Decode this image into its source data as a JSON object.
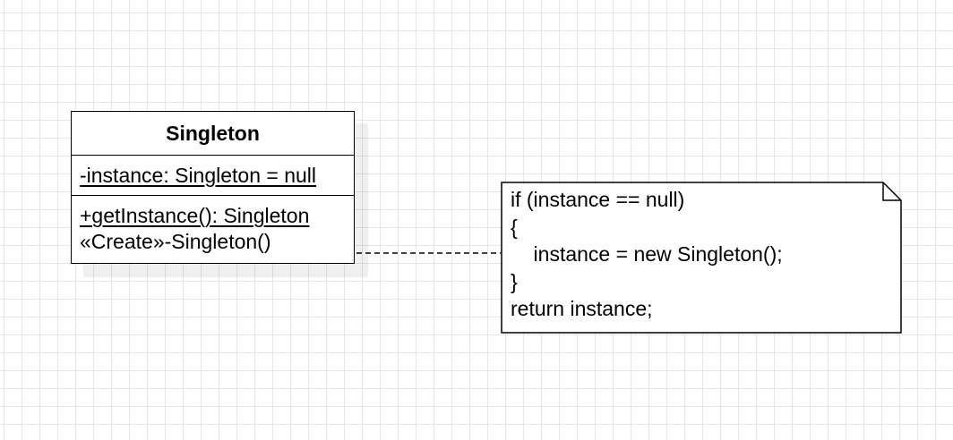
{
  "class_box": {
    "name": "Singleton",
    "attributes": [
      "-instance: Singleton = null"
    ],
    "operations": [
      "+getInstance(): Singleton",
      "«Create»-Singleton()"
    ]
  },
  "note": {
    "lines": [
      "if (instance == null)",
      "{",
      "    instance = new Singleton();",
      "}",
      "return instance;"
    ]
  },
  "colors": {
    "stroke": "#000000",
    "grid": "#e6e6e6",
    "background": "#ffffff"
  }
}
